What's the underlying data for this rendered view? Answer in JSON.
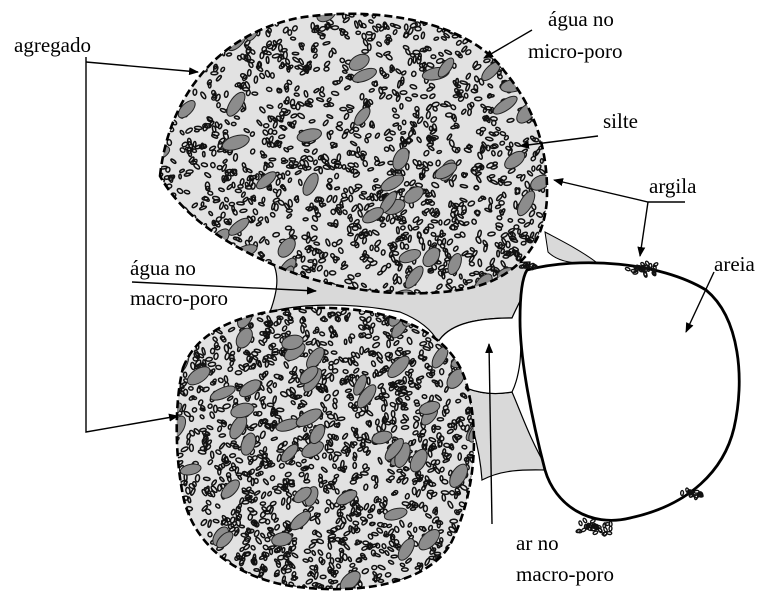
{
  "labels": {
    "agregado": "agregado",
    "agua_micro_l1": "água no",
    "agua_micro_l2": "micro-poro",
    "silte": "silte",
    "argila": "argila",
    "areia": "areia",
    "agua_macro_l1": "água no",
    "agua_macro_l2": "macro-poro",
    "ar_l1": "ar no",
    "ar_l2": "macro-poro"
  },
  "colors": {
    "background": "#ffffff",
    "outline": "#000000",
    "water": "#d9d9d9",
    "silt": "#8c8c8c",
    "clay_ring": "#000000"
  }
}
